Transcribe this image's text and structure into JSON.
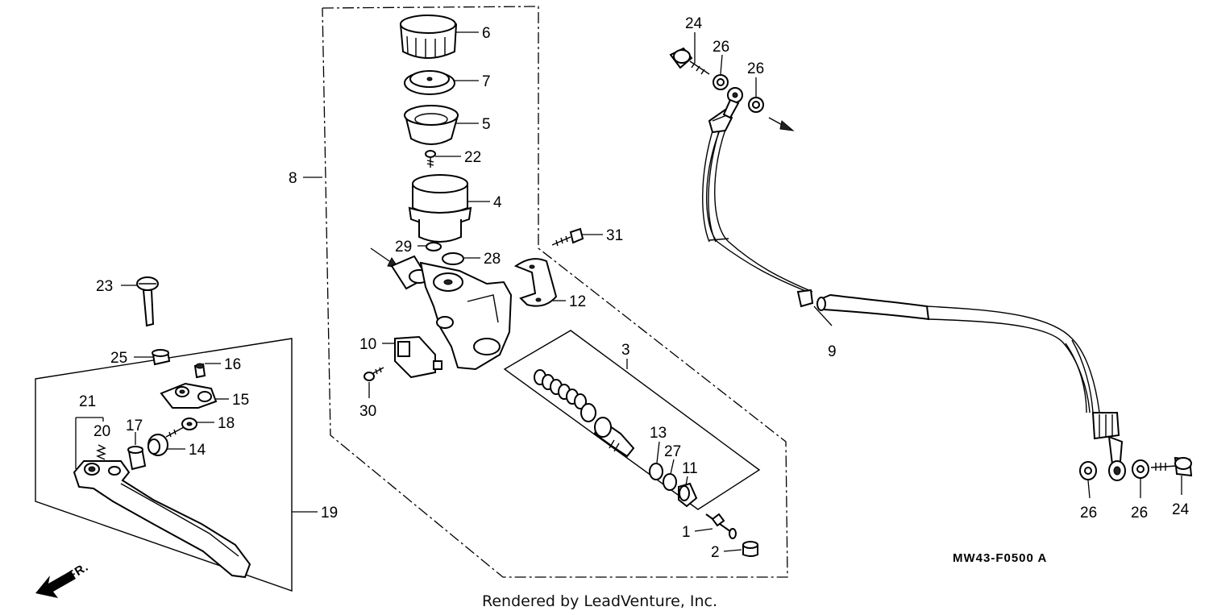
{
  "diagram": {
    "diagram_code": "MW43-F0500 A",
    "credit": "Rendered by LeadVenture, Inc.",
    "direction_marker": "FR.",
    "callouts": {
      "n1": "1",
      "n2": "2",
      "n3": "3",
      "n4": "4",
      "n5": "5",
      "n6": "6",
      "n7": "7",
      "n8": "8",
      "n9": "9",
      "n10": "10",
      "n11": "11",
      "n12": "12",
      "n13": "13",
      "n14": "14",
      "n15": "15",
      "n16": "16",
      "n17": "17",
      "n18": "18",
      "n19": "19",
      "n20": "20",
      "n21": "21",
      "n22": "22",
      "n23": "23",
      "n24a": "24",
      "n24b": "24",
      "n25": "25",
      "n26a": "26",
      "n26b": "26",
      "n26c": "26",
      "n26d": "26",
      "n27": "27",
      "n28": "28",
      "n29": "29",
      "n30": "30",
      "n31": "31"
    }
  }
}
